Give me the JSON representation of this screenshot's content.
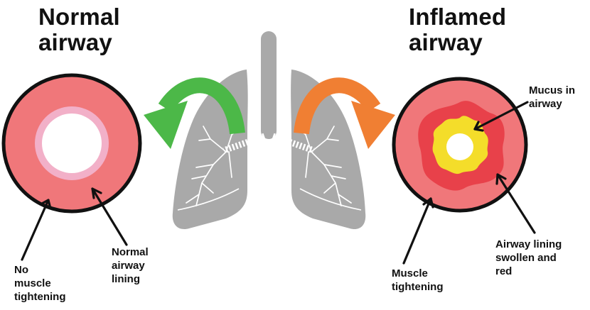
{
  "normal_title_line1": "Normal",
  "normal_title_line2": "airway",
  "inflamed_title_line1": "Inflamed",
  "inflamed_title_line2": "airway",
  "labels": {
    "no_muscle_tightening": [
      "No",
      "muscle",
      "tightening"
    ],
    "normal_airway_lining": [
      "Normal",
      "airway",
      "lining"
    ],
    "muscle_tightening": [
      "Muscle",
      "tightening"
    ],
    "mucus_in_airway": [
      "Mucus in",
      "airway"
    ],
    "airway_lining_swollen": [
      "Airway lining",
      "swollen and",
      "red"
    ]
  },
  "colors": {
    "airway_wall": "#f0777a",
    "normal_lining": "#f2b0c8",
    "swollen_lining": "#e8414a",
    "mucus": "#f4dd2a",
    "lung": "#a9a9a9",
    "green_arrow": "#4cb848",
    "orange_arrow": "#f07f33",
    "outline": "#111111"
  },
  "icons": {
    "lungs": "lungs-icon",
    "left_arrow": "curved-arrow-left-icon",
    "right_arrow": "curved-arrow-right-icon"
  }
}
